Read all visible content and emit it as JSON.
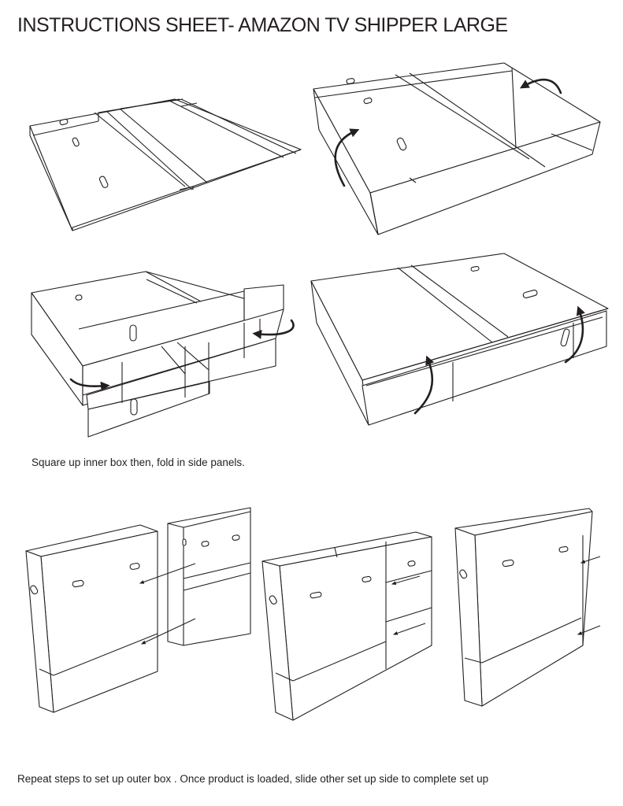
{
  "document": {
    "title": "INSTRUCTIONS SHEET- AMAZON TV SHIPPER LARGE",
    "caption_step1": "Square up inner box then, fold in side panels.",
    "caption_step2": "Repeat steps to set up outer box . Once product is loaded, slide other set up side to complete set up"
  },
  "illustrations": [
    "flat-box-blank",
    "box-erecting-panels",
    "inner-box-side-fold",
    "box-flaps-folding",
    "outer-box-open-front",
    "outer-box-open-side",
    "outer-box-partly-closed",
    "outer-box-complete"
  ]
}
